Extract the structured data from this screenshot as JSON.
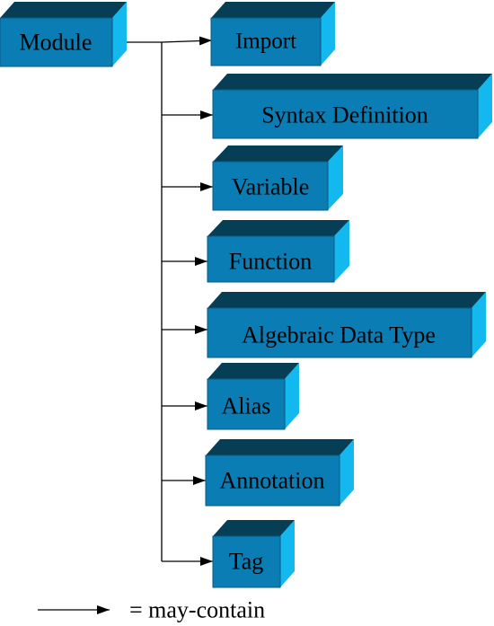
{
  "diagram": {
    "root": {
      "label": "Module"
    },
    "children": [
      {
        "label": "Import"
      },
      {
        "label": "Syntax Definition"
      },
      {
        "label": "Variable"
      },
      {
        "label": "Function"
      },
      {
        "label": "Algebraic Data Type"
      },
      {
        "label": "Alias"
      },
      {
        "label": "Annotation"
      },
      {
        "label": "Tag"
      }
    ],
    "legend": {
      "label": "= may-contain"
    },
    "colors": {
      "face": "#0b7db5",
      "top": "#063f55",
      "side": "#12b8ee",
      "line": "#000000"
    }
  }
}
